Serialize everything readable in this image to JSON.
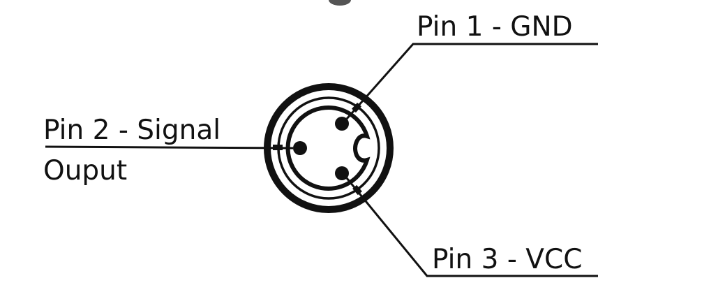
{
  "labels": {
    "pin1": "Pin 1 - GND",
    "pin2_line1": "Pin 2 - Signal",
    "pin2_line2": "Ouput",
    "pin3": "Pin 3 - VCC"
  },
  "colors": {
    "ink": "#111111",
    "background": "#ffffff",
    "cropped_text": "#555555"
  }
}
